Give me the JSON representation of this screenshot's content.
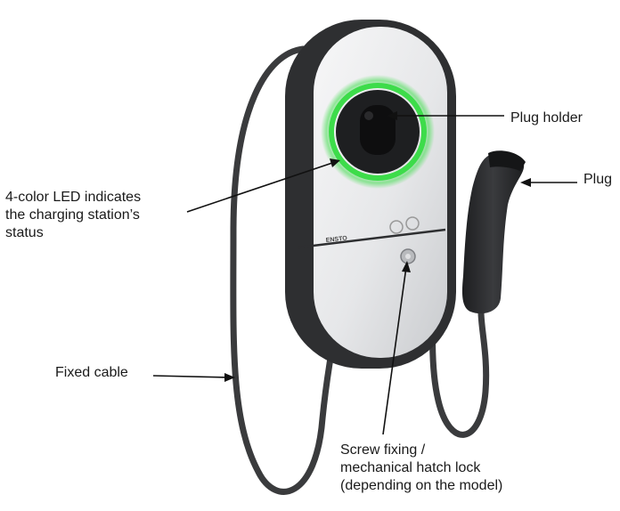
{
  "labels": {
    "plug_holder": "Plug holder",
    "plug": "Plug",
    "led": [
      "4-color LED indicates",
      "the charging station’s",
      "status"
    ],
    "fixed_cable": "Fixed cable",
    "screw": [
      "Screw fixing /",
      "mechanical hatch lock",
      "(depending on the model)"
    ]
  },
  "device": {
    "brand": "ENSTO"
  },
  "colors": {
    "body_dark": "#2e2f31",
    "front_panel": "#e9eaec",
    "led_ring": "#3ddc4a",
    "cable": "#3a3b3d",
    "leader_line": "#111111"
  }
}
